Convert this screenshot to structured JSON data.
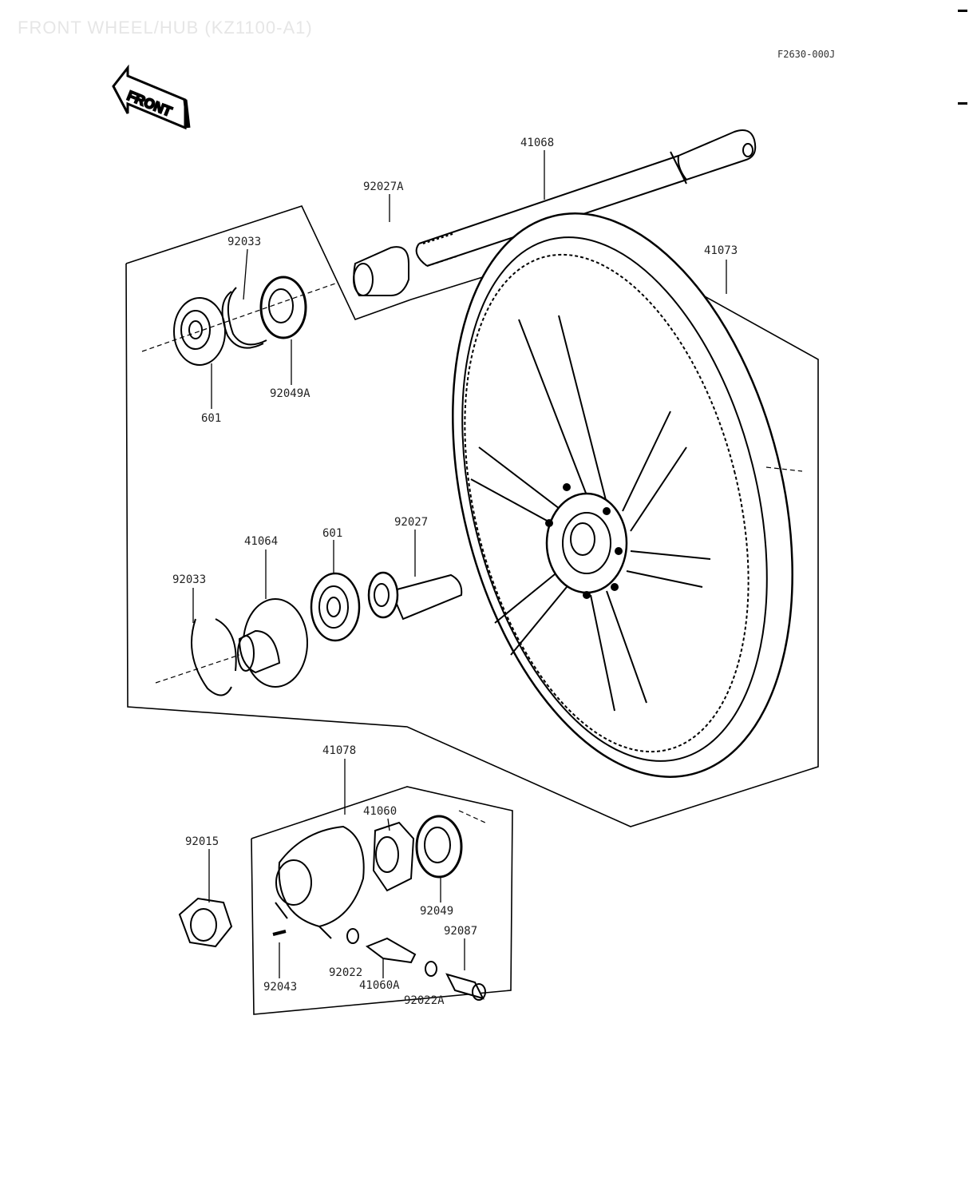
{
  "header": {
    "title": "FRONT WHEEL/HUB (KZ1100-A1)",
    "drawing_code": "F2630-000J"
  },
  "front_badge": {
    "label": "FRONT"
  },
  "parts": {
    "p41068": "41068",
    "p92027A_top": "92027A",
    "p92033_top": "92033",
    "p41073": "41073",
    "p601_top": "601",
    "p92049A": "92049A",
    "p41064": "41064",
    "p601_mid": "601",
    "p92027": "92027",
    "p92033_mid": "92033",
    "p41078": "41078",
    "p41060": "41060",
    "p92015": "92015",
    "p92049": "92049",
    "p92087": "92087",
    "p92022": "92022",
    "p92043": "92043",
    "p41060A": "41060A",
    "p92022A": "92022A"
  }
}
